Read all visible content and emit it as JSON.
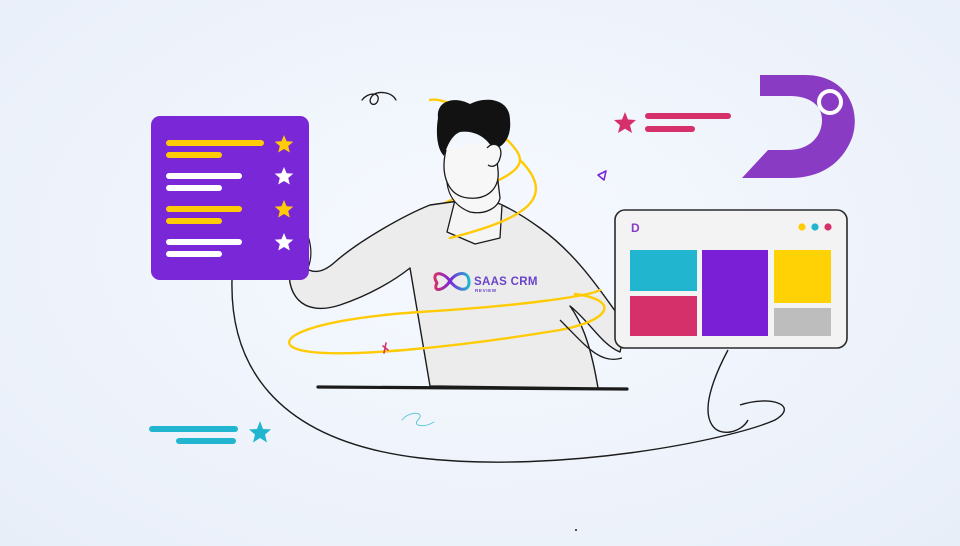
{
  "brand": {
    "name": "SAAS CRM",
    "tagline": "REVIEW",
    "logo_letter": "D"
  },
  "colors": {
    "purple": "#7a27d8",
    "logo_purple": "#8a3bc4",
    "gold": "#ffcb05",
    "pink": "#d5306a",
    "cyan": "#22b5d0",
    "gray": "#bdbdbd",
    "line": "#1b1b1b"
  },
  "rating_card": {
    "rows": [
      {
        "star": "filled-gold"
      },
      {
        "star": "outline-white"
      },
      {
        "star": "filled-gold"
      },
      {
        "star": "outline-white"
      }
    ]
  },
  "dashboard_window": {
    "dots": [
      "#ffcb05",
      "#22b5d0",
      "#d5306a"
    ],
    "tiles": [
      "cyan",
      "pink",
      "purple",
      "gold",
      "gray"
    ]
  },
  "icons": [
    "star-icon",
    "infinity-logo-icon",
    "d-logo-icon",
    "plus-icon",
    "triangle-icon",
    "scribble-icon"
  ]
}
